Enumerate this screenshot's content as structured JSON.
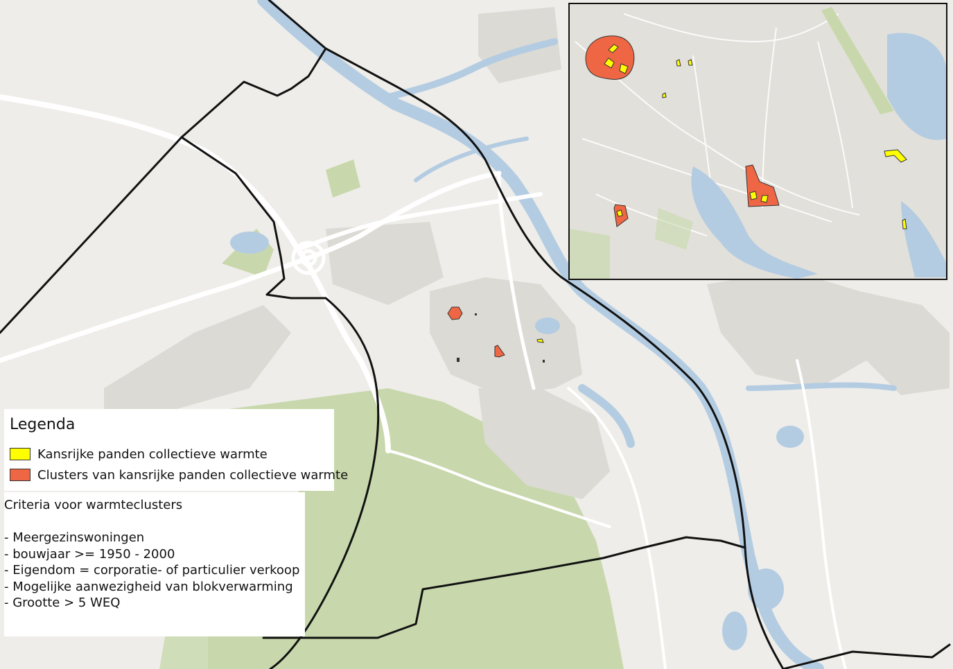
{
  "legend": {
    "title": "Legenda",
    "items": [
      {
        "label": "Kansrijke panden collectieve warmte",
        "color": "#ffff00"
      },
      {
        "label": "Clusters van kansrijke panden collectieve warmte",
        "color": "#ee6644"
      }
    ]
  },
  "criteria": {
    "title": "Criteria voor warmteclusters",
    "items": [
      "- Meergezinswoningen",
      "- bouwjaar >= 1950 - 2000",
      "- Eigendom = corporatie- of particulier verkoop",
      "- Mogelijke aanwezigheid van blokverwarming",
      "- Grootte > 5 WEQ"
    ]
  },
  "colors": {
    "land": "#eeede9",
    "forest": "#c8d8ac",
    "water": "#b4cce2",
    "urban": "#dcdad4",
    "road": "#ffffff",
    "boundary": "#111111",
    "inset_frame": "#111111",
    "cluster_fill": "#ee6644",
    "building_fill": "#ffff00"
  },
  "icons": [
    "inset-map",
    "cluster-polygon",
    "building-polygon",
    "municipal-boundary"
  ]
}
